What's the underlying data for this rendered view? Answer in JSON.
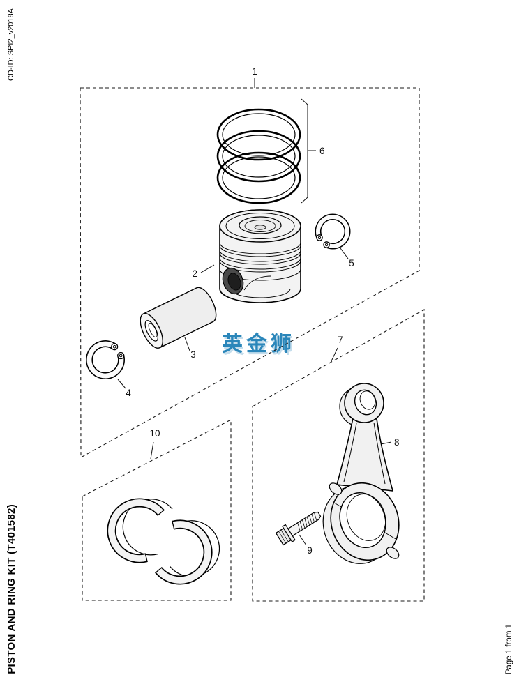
{
  "meta": {
    "cd_id": "CD-ID: SPI2_v2018A",
    "doc_title": "PISTON AND RING KIT (T401582)",
    "page_footer": "Page 1 from 1"
  },
  "watermark": {
    "text": "英金狮",
    "color": "#2a86ba"
  },
  "colors": {
    "line": "#000000",
    "part_fill": "#f1f1f1",
    "watermark_blue": "#2a86ba"
  },
  "callouts": {
    "kit": "1",
    "piston": "2",
    "piston_pin": "3",
    "snap_ring_left": "4",
    "snap_ring_right": "5",
    "piston_ring_set": "6",
    "conrod_group": "7",
    "connecting_rod": "8",
    "rod_bolt": "9",
    "bearing_shell_set": "10"
  }
}
